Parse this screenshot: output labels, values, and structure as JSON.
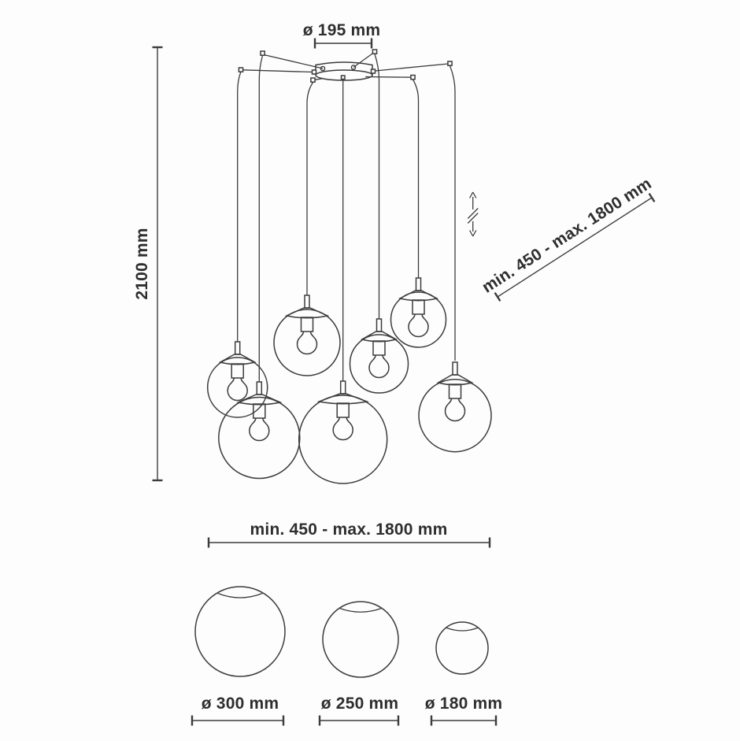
{
  "diagram": {
    "title": "pendant-lamp-dimension-drawing",
    "canopy_diameter_label": "ø 195 mm",
    "overall_height_label": "2100 mm",
    "cable_adjust_range_label": "min. 450 - max. 1800 mm",
    "span_range_label": "min. 450 - max. 1800 mm",
    "globe_size_labels": [
      "ø 300 mm",
      "ø 250 mm",
      "ø 180 mm"
    ],
    "colors": {
      "line": "#3c3c3c",
      "text": "#2e2e2e",
      "background": "#fdfdfd"
    }
  }
}
